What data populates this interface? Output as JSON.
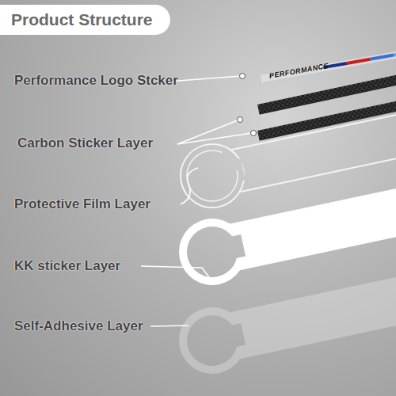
{
  "diagram": {
    "title": "Product Structure",
    "labels": [
      "PERFORMANCE",
      "Performance Logo Stcker",
      "Carbon Sticker Layer",
      "Protective Film Layer",
      "KK sticker Layer",
      "Self-Adhesive Layer"
    ]
  }
}
